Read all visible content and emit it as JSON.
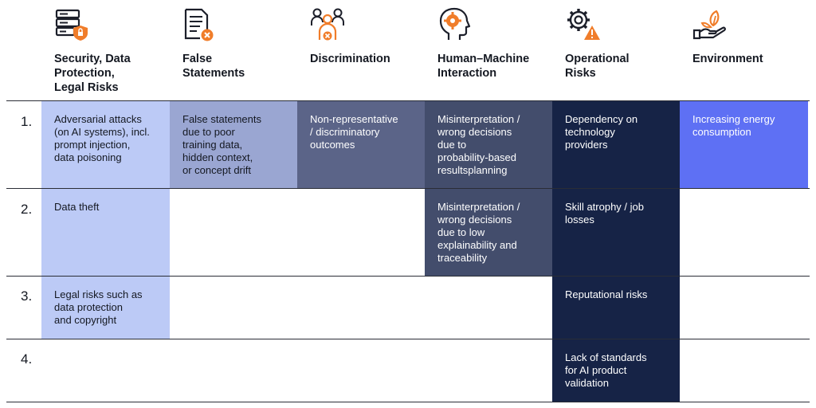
{
  "colors": {
    "text_dark": "#141821",
    "text_light": "#ffffff",
    "icon_dark": "#1c1f2a",
    "icon_accent": "#f07d2a",
    "col1_fill": "#bccaf6",
    "col2_fill": "#9aa6d2",
    "col3_fill": "#5b6488",
    "col4_fill": "#434d6c",
    "col5_fill": "#162346",
    "col6_fill": "#5e70f4",
    "rule": "#2a2d36"
  },
  "columns": [
    {
      "title": "Security, Data\nProtection,\nLegal Risks",
      "icon": "server-shield-icon"
    },
    {
      "title": "False\nStatements",
      "icon": "document-error-icon"
    },
    {
      "title": "Discrimination",
      "icon": "people-exclusion-icon"
    },
    {
      "title": "Human–Machine\nInteraction",
      "icon": "head-gear-icon"
    },
    {
      "title": "Operational\nRisks",
      "icon": "gear-warning-icon"
    },
    {
      "title": "Environment",
      "icon": "hand-leaf-icon"
    }
  ],
  "rows": [
    {
      "number": "1.",
      "cells": [
        "Adversarial attacks\n(on AI systems), incl.\nprompt injection,\ndata poisoning",
        "False statements\ndue to poor\ntraining data,\nhidden context,\nor concept drift",
        "Non-representative\n/ discriminatory\noutcomes",
        "Misinterpretation /\nwrong decisions\ndue to\nprobability-based\nresultsplanning",
        "Dependency on\ntechnology\nproviders",
        "Increasing energy\nconsumption"
      ]
    },
    {
      "number": "2.",
      "cells": [
        "Data theft",
        "",
        "",
        "Misinterpretation /\nwrong decisions\ndue to low\nexplainability and\ntraceability",
        "Skill atrophy / job\nlosses",
        ""
      ]
    },
    {
      "number": "3.",
      "cells": [
        "Legal risks such as\ndata protection\nand copyright",
        "",
        "",
        "",
        "Reputational risks",
        ""
      ]
    },
    {
      "number": "4.",
      "cells": [
        "",
        "",
        "",
        "",
        "Lack of standards\nfor AI product\nvalidation",
        ""
      ]
    }
  ]
}
